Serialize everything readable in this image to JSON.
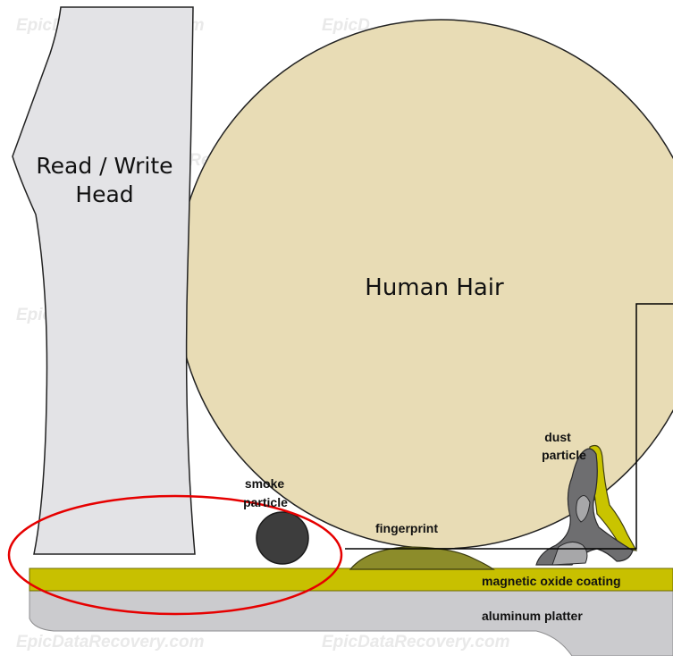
{
  "diagram": {
    "watermark_text": "EpicDataRecovery.com",
    "watermark_partial": "EpicD",
    "head_label_line1": "Read / Write",
    "head_label_line2": "Head",
    "hair_label": "Human Hair",
    "smoke_label_line1": "smoke",
    "smoke_label_line2": "particle",
    "fingerprint_label": "fingerprint",
    "dust_label_line1": "dust",
    "dust_label_line2": "particle",
    "coating_label": "magnetic oxide coating",
    "platter_label": "aluminum platter"
  },
  "colors": {
    "head_fill": "#e3e3e6",
    "hair_fill": "#e8dcb5",
    "coating_fill": "#c8c000",
    "fingerprint_fill": "#8c8c2a",
    "smoke_fill": "#3d3d3d",
    "dust_dark": "#6e6e70",
    "dust_light": "#a7a7a9",
    "dust_yellow": "#c9c400",
    "platter_fill": "#cbcbce",
    "highlight_ellipse": "#e60000"
  }
}
